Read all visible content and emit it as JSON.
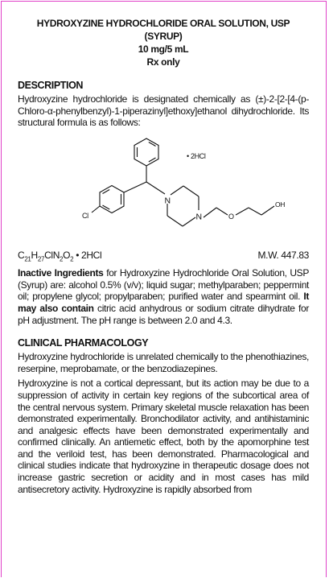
{
  "header": {
    "line1": "HYDROXYZINE HYDROCHLORIDE ORAL SOLUTION, USP (SYRUP)",
    "line2": "10 mg/5 mL",
    "line3": "Rx only"
  },
  "description": {
    "heading": "DESCRIPTION",
    "intro": "Hydroxyzine hydrochloride is designated chemically as (±)-2-[2-[4-(p-Chloro-α-phenylbenzyl)-1-piperazinyl]ethoxy]ethanol dihydrochloride. Its structural formula is as follows:",
    "structure_labels": {
      "salt": "• 2HCl",
      "n_top": "N",
      "n_bottom": "N",
      "oxygen": "O",
      "hydroxyl": "OH",
      "chlorine": "Cl"
    },
    "formula": "C21H27ClN2O2 • 2HCl",
    "molecular_weight": "M.W. 447.83",
    "inactive_label": "Inactive Ingredients",
    "inactive_text": " for Hydroxyzine Hydrochloride Oral Solution, USP (Syrup) are: alcohol 0.5% (v/v); liquid sugar; methylparaben; peppermint oil; propylene glycol; propylparaben; purified water and spearmint oil. ",
    "may_contain_label": "It may also contain",
    "may_contain_text": " citric acid anhydrous or sodium citrate dihydrate for pH adjustment. The pH range is between 2.0 and 4.3."
  },
  "clinical": {
    "heading": "CLINICAL PHARMACOLOGY",
    "para1": "Hydroxyzine hydrochloride is unrelated chemically to the phenothiazines, reserpine, meprobamate, or the benzodiazepines.",
    "para2": "Hydroxyzine is not a cortical depressant, but its action may be due to a suppression of activity in certain key regions of the subcortical area of the central nervous system. Primary skeletal muscle relaxation has been demonstrated experimentally. Bronchodilator activity, and antihistaminic and analgesic effects have been demonstrated experimentally and confirmed clinically. An antiemetic effect, both by the apomorphine test and the veriloid test, has been demonstrated. Pharmacological and clinical studies indicate that hydroxyzine in therapeutic dosage does not increase gastric secretion or acidity and in most cases has mild antisecretory activity. Hydroxyzine is rapidly absorbed from"
  }
}
